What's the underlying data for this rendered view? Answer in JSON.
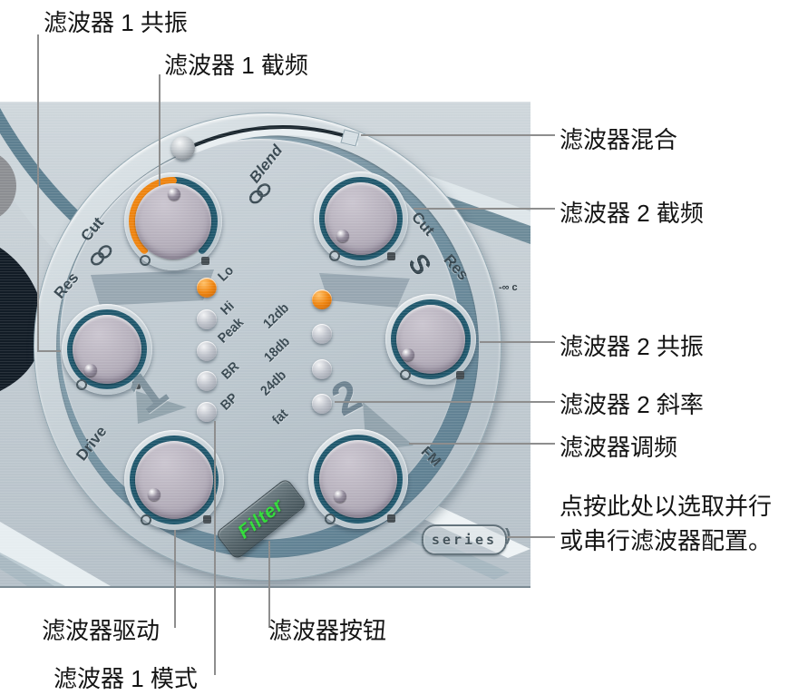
{
  "callouts": {
    "filter1_res": "滤波器 1 共振",
    "filter1_cut": "滤波器 1 截频",
    "filter_blend": "滤波器混合",
    "filter2_cut": "滤波器 2 截频",
    "filter2_res": "滤波器 2 共振",
    "filter2_slope": "滤波器 2 斜率",
    "filter_fm": "滤波器调频",
    "series_hint_line1": "点按此处以选取并行",
    "series_hint_line2": "或串行滤波器配置。",
    "filter_drive": "滤波器驱动",
    "filter_button": "滤波器按钮",
    "filter1_mode": "滤波器 1 模式"
  },
  "panel": {
    "blend": {
      "label": "Blend"
    },
    "filter1": {
      "number": "1",
      "cut_label": "Cut",
      "res_label": "Res",
      "drive_label": "Drive",
      "modes": [
        "Lo",
        "Hi",
        "Peak",
        "BR",
        "BP"
      ],
      "selected_mode": "Lo"
    },
    "filter2": {
      "number": "2",
      "cut_label": "Cut",
      "res_label": "Res",
      "fm_label": "FM",
      "slopes": [
        "12db",
        "18db",
        "24db",
        "fat"
      ],
      "selected_slope": "12db"
    },
    "filter_button_label": "Filter",
    "series_button_label": "series",
    "scale_fragment": "-∞ c"
  },
  "colors": {
    "accent_orange": "#EE8410",
    "button_green": "#2FDB38",
    "dark_band": "#5E7F90",
    "callout_line": "#8E8E8E"
  }
}
